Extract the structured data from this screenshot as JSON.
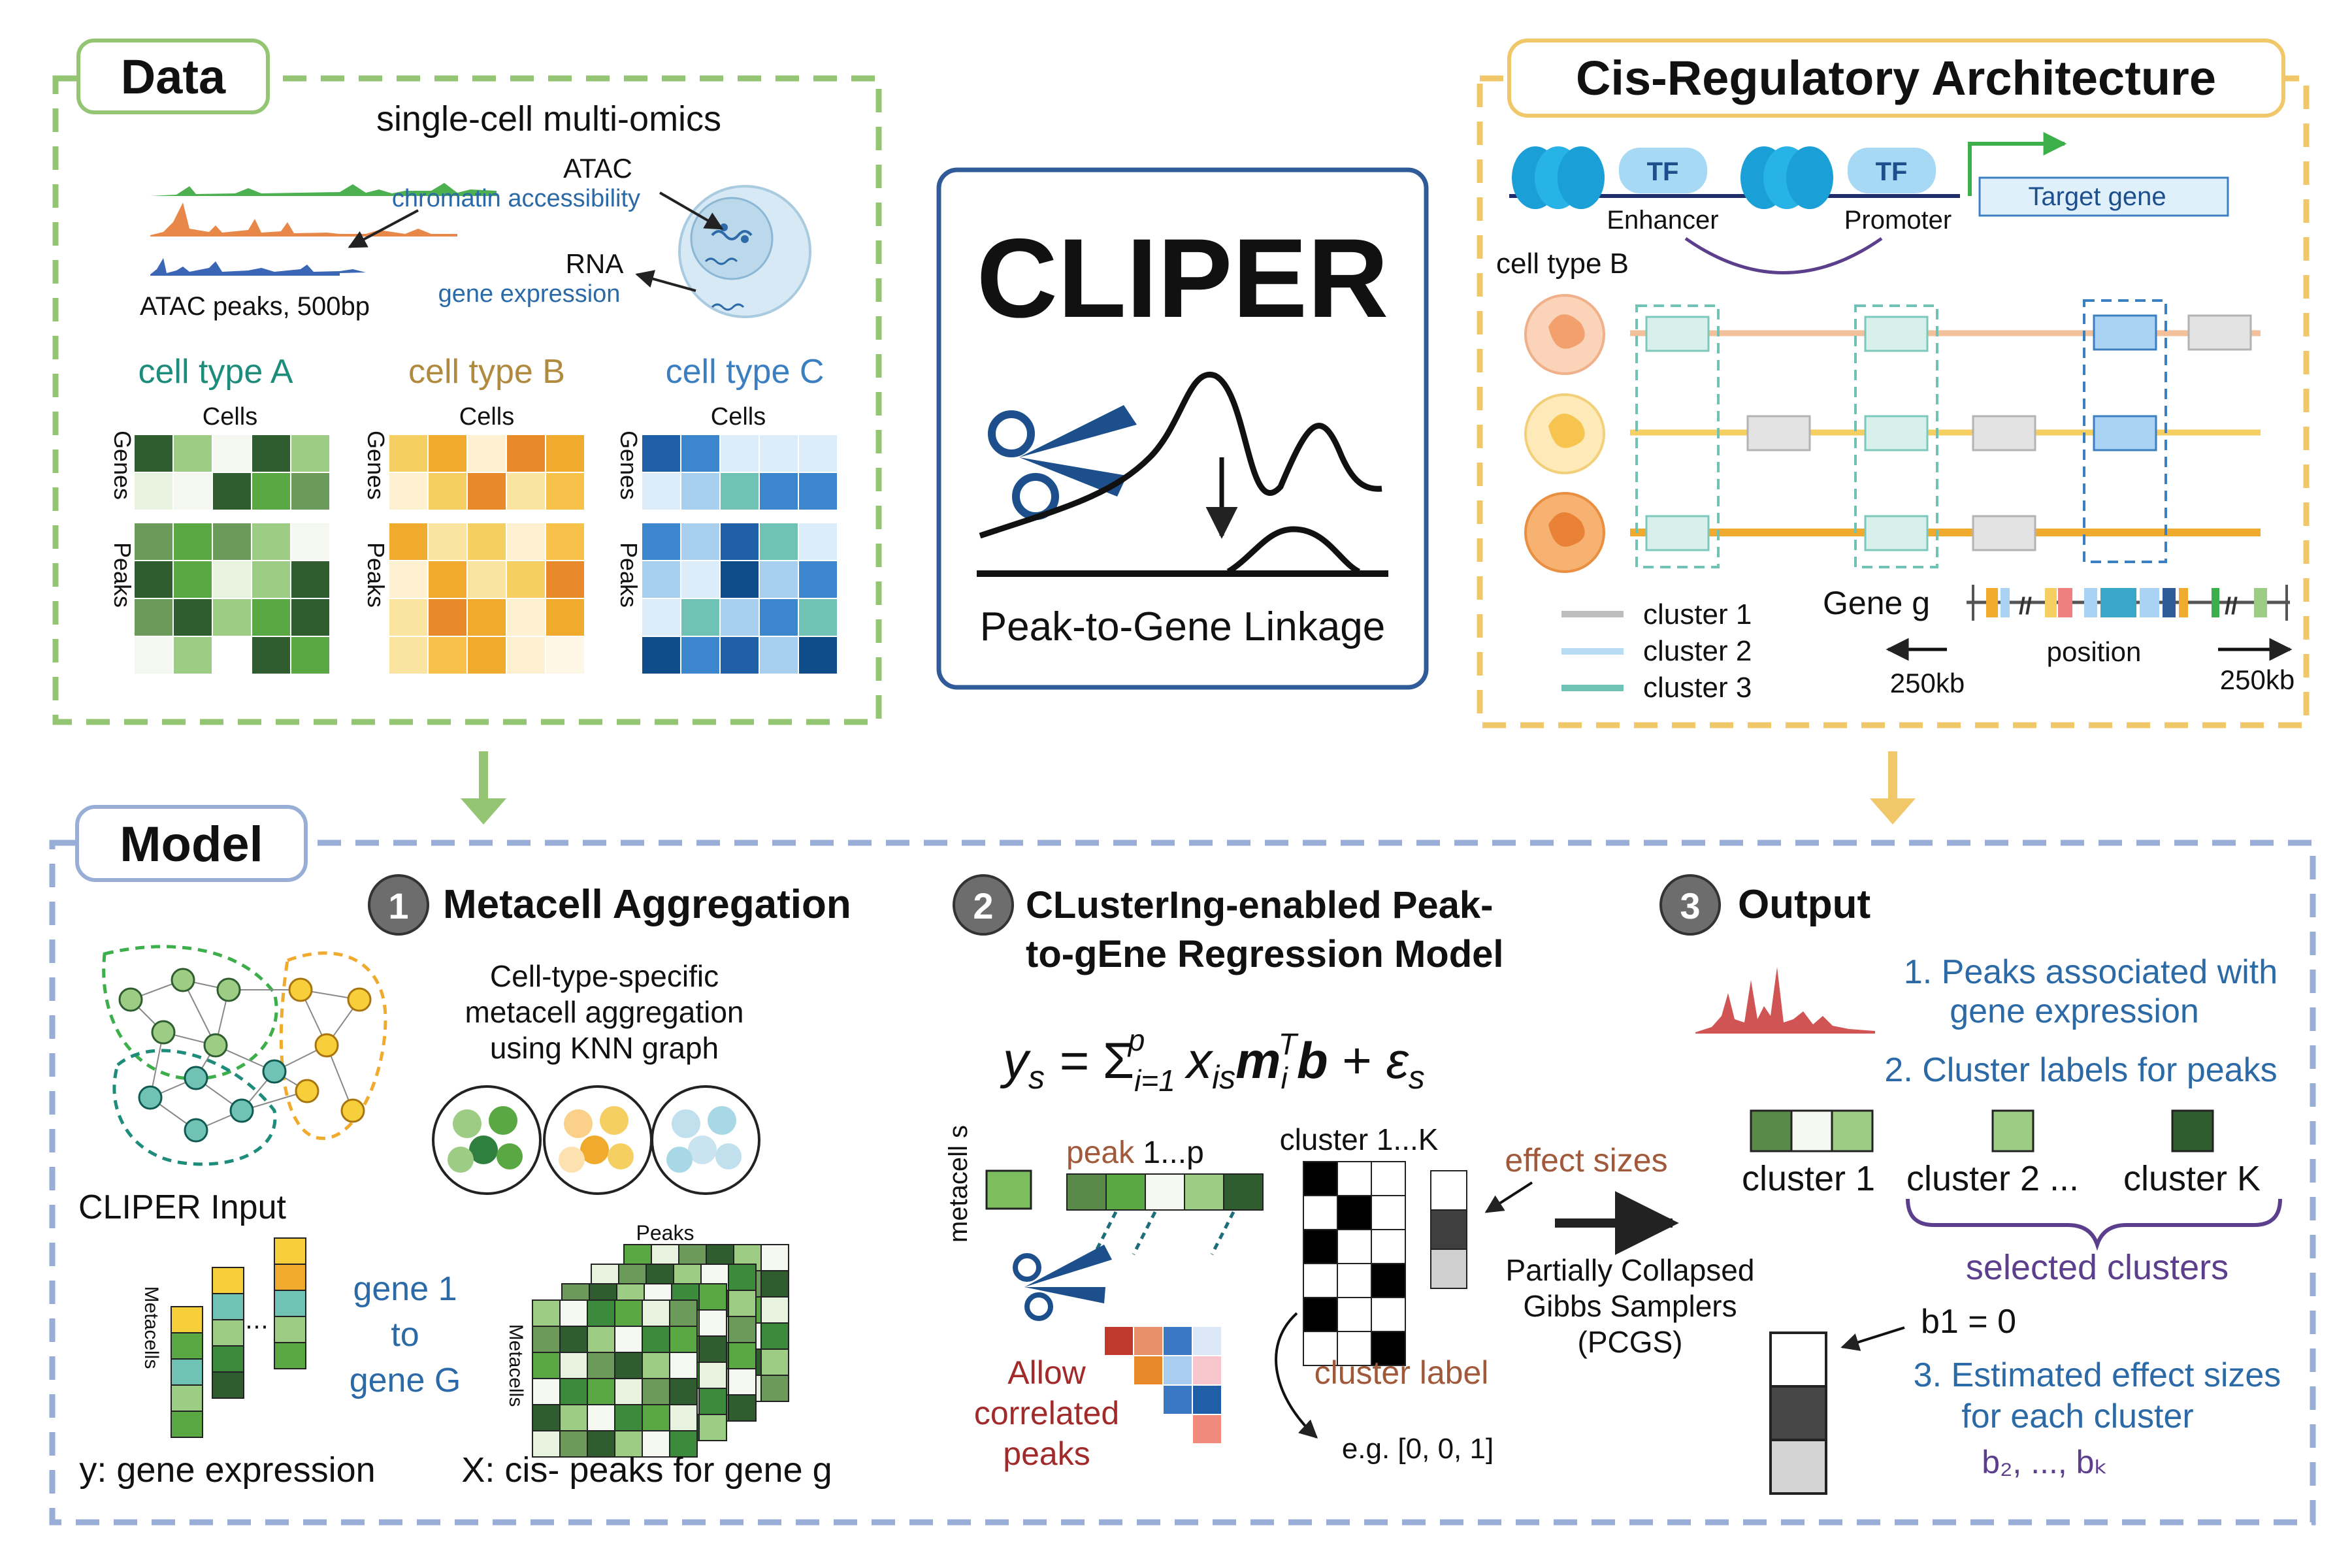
{
  "colors": {
    "data_border": "#93c572",
    "cis_border": "#f0c86a",
    "model_border": "#98aed6",
    "cliper_border": "#2f5c98",
    "green_dark": "#2f5d2f",
    "green_mid": "#5aa843",
    "green_light": "#9dcc85",
    "teal": "#1e8c7a",
    "type_b_label": "#b08a3e",
    "type_c_label": "#3b7fc0",
    "blue_text": "#2b6aa6",
    "red_text": "#a12a2a",
    "brown_text": "#a0593a",
    "purple_text": "#5b3f8c",
    "orange_line": "#f2b27c",
    "yellow_line": "#f3c451",
    "gold_line": "#f0ab2e"
  },
  "icons": {
    "scissors": "scissors-icon",
    "arrow": "down-arrow-icon",
    "nucleosome": "nucleosome-icon",
    "cell": "cell-icon"
  },
  "data_panel": {
    "title": "Data",
    "subtitle": "single-cell multi-omics",
    "atac_label": "ATAC",
    "atac_desc": "chromatin accessibility",
    "rna_label": "RNA",
    "rna_desc": "gene expression",
    "peaks_caption": "ATAC peaks, 500bp",
    "cell_types": [
      {
        "name": "cell type A",
        "cells_label": "Cells",
        "genes_label": "Genes",
        "peaks_label": "Peaks"
      },
      {
        "name": "cell type B",
        "cells_label": "Cells",
        "genes_label": "Genes",
        "peaks_label": "Peaks"
      },
      {
        "name": "cell type C",
        "cells_label": "Cells",
        "genes_label": "Genes",
        "peaks_label": "Peaks"
      }
    ]
  },
  "cliper": {
    "title": "CLIPER",
    "subtitle": "Peak-to-Gene Linkage"
  },
  "cis_panel": {
    "title": "Cis-Regulatory Architecture",
    "tf1": "TF",
    "tf2": "TF",
    "enhancer": "Enhancer",
    "promoter": "Promoter",
    "target_gene": "Target gene",
    "cell_type_b": "cell type B",
    "legend": [
      "cluster 1",
      "cluster 2",
      "cluster 3"
    ],
    "gene_g": "Gene g",
    "position": "position",
    "left_dist": "250kb",
    "right_dist": "250kb"
  },
  "model_panel": {
    "title": "Model",
    "step1": {
      "num": "1",
      "title": "Metacell Aggregation",
      "desc_lines": [
        "Cell-type-specific",
        "metacell aggregation",
        "using KNN graph"
      ],
      "input_label": "CLIPER Input",
      "metacells_label": "Metacells",
      "gene_range": [
        "gene 1",
        "to",
        "gene G"
      ],
      "peaks_label": "Peaks",
      "y_caption": "y: gene expression",
      "x_caption": "X: cis- peaks for gene g"
    },
    "step2": {
      "num": "2",
      "title_lines": [
        "CLusterIng-enabled Peak-",
        "to-gEne Regression Model"
      ],
      "equation": "y_s = Σ_{i=1}^{p} x_is m_i^T b + ε_s",
      "metacell_label": "metacell s",
      "peak_word": "peak",
      "peak_range": " 1...p",
      "cluster_range": "cluster 1...K",
      "effect_sizes": "effect sizes",
      "allow_lines": [
        "Allow",
        "correlated",
        "peaks"
      ],
      "cluster_label": "cluster label",
      "example": "e.g. [0, 0, 1]",
      "pcgs_lines": [
        "Partially Collapsed",
        "Gibbs Samplers",
        "(PCGS)"
      ]
    },
    "step3": {
      "num": "3",
      "title": "Output",
      "item1_lines": [
        "1. Peaks associated with",
        "gene expression"
      ],
      "item2": "2. Cluster labels for peaks",
      "cluster1": "cluster 1",
      "cluster2": "cluster 2 ...",
      "clusterK": "cluster K",
      "selected": "selected clusters",
      "b1": "b1 = 0",
      "item3_lines": [
        "3. Estimated effect sizes",
        "for each cluster"
      ],
      "b_rest": "b₂, ..., bₖ"
    }
  }
}
